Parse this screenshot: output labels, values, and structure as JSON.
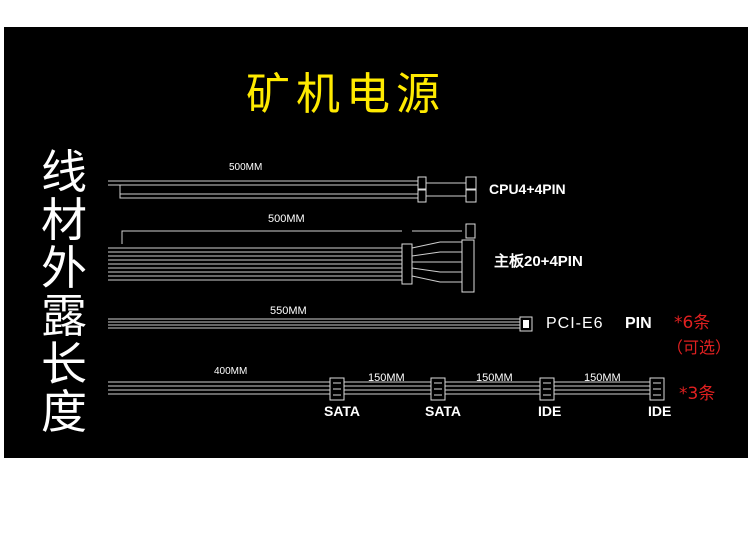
{
  "title": "矿机电源",
  "side_title": "线材外露长度",
  "cables": [
    {
      "id": "cpu",
      "length": "500MM",
      "connector": "CPU4+4PIN"
    },
    {
      "id": "mb",
      "length": "500MM",
      "connector": "主板20+4PIN"
    },
    {
      "id": "pcie",
      "length": "550MM",
      "connector_part1": "PCI-E6",
      "connector_part2": "PIN",
      "count": "*6条",
      "note": "（可选）"
    },
    {
      "id": "sata",
      "length": "400MM",
      "segment_lengths": [
        "150MM",
        "150MM",
        "150MM"
      ],
      "connectors": [
        "SATA",
        "SATA",
        "IDE",
        "IDE"
      ],
      "count": "*3条"
    }
  ],
  "colors": {
    "background": "#000000",
    "title": "#ffea00",
    "text": "#ffffff",
    "note": "#e02020"
  }
}
